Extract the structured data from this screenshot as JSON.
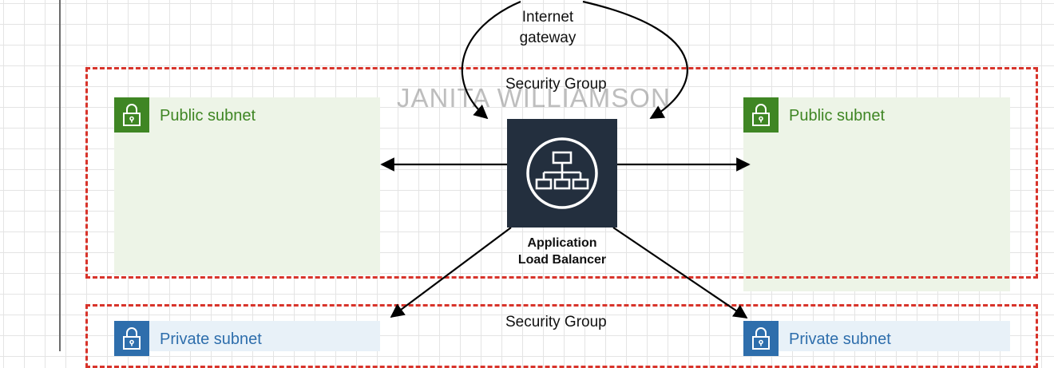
{
  "gateway": {
    "label_line1": "Internet",
    "label_line2": "gateway"
  },
  "security_groups": [
    {
      "label": "Security Group"
    },
    {
      "label": "Security Group"
    }
  ],
  "subnets": {
    "public_left": {
      "label": "Public subnet"
    },
    "public_right": {
      "label": "Public subnet"
    },
    "private_left": {
      "label": "Private subnet"
    },
    "private_right": {
      "label": "Private subnet"
    }
  },
  "alb": {
    "label_line1": "Application",
    "label_line2": "Load Balancer"
  },
  "watermark": "JANITA WILLIAMSON",
  "colors": {
    "public": "#3f8624",
    "private": "#2e6eac",
    "security_group_border": "#d8342b",
    "alb_background": "#232f3e"
  },
  "icons": {
    "subnet": "lock-icon",
    "alb": "load-balancer-icon"
  }
}
